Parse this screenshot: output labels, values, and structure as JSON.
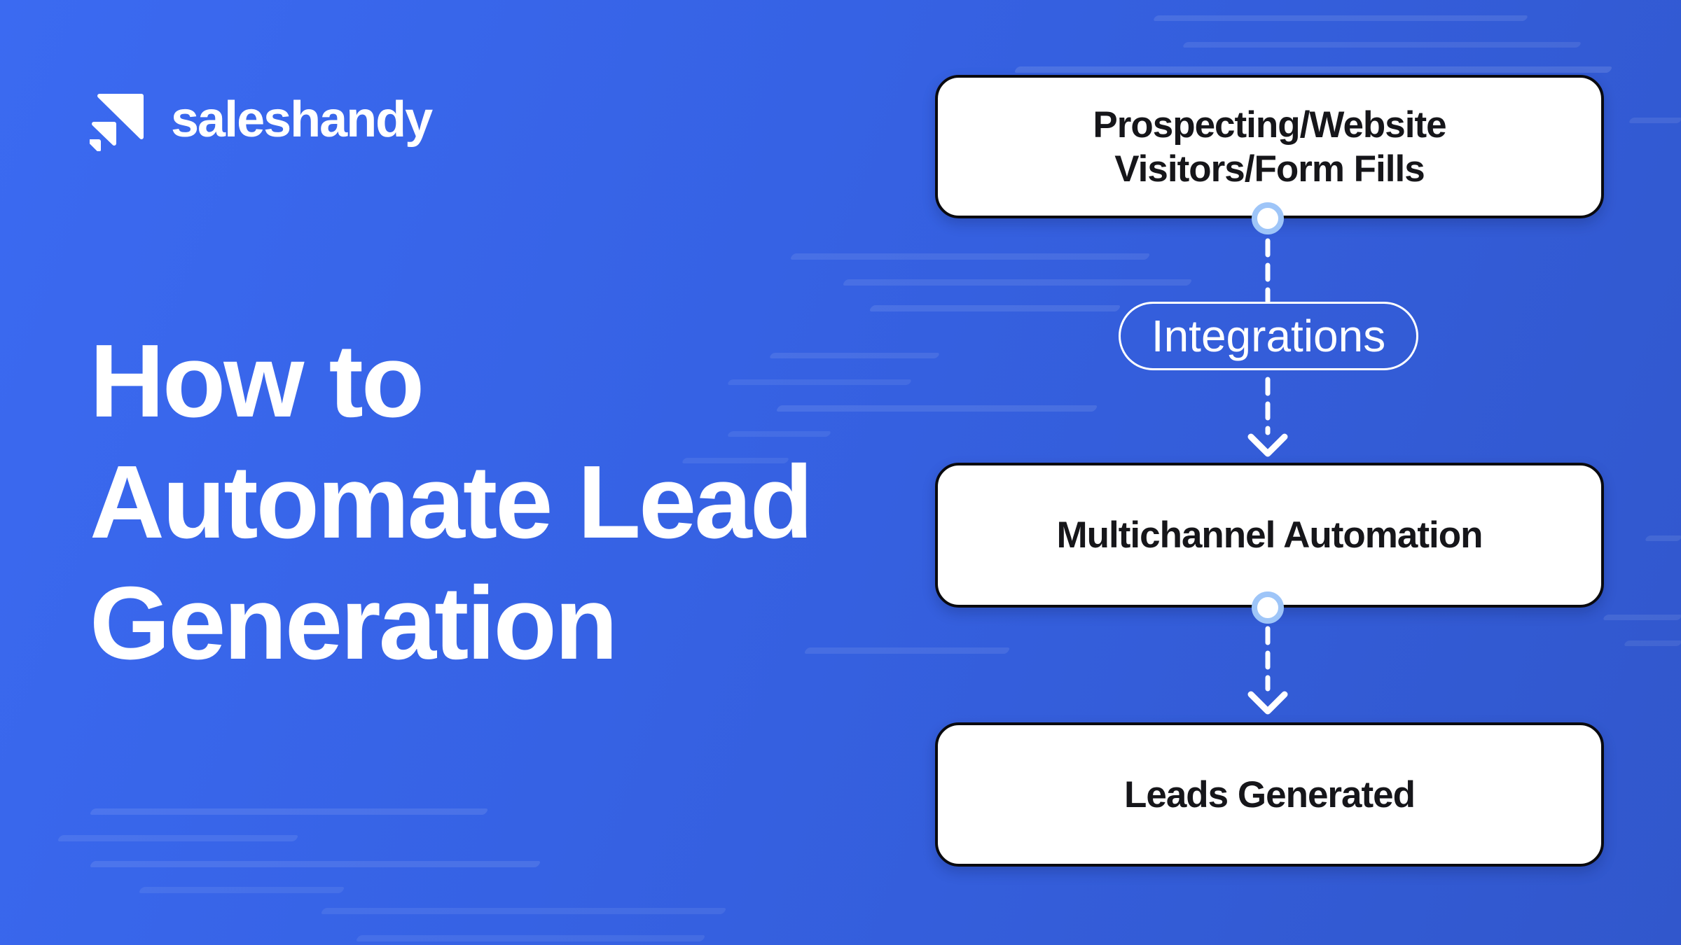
{
  "brand": {
    "name": "saleshandy",
    "icon": "saleshandy-arrow-icon"
  },
  "title": {
    "lines": [
      "How to",
      "Automate Lead",
      "Generation"
    ]
  },
  "flowchart": {
    "node_prospecting": {
      "lines": [
        "Prospecting/Website",
        "Visitors/Form Fills"
      ]
    },
    "connector_label": "Integrations",
    "node_automation": {
      "label": "Multichannel Automation"
    },
    "node_leads": {
      "label": "Leads Generated"
    }
  },
  "colors": {
    "background_top_left": "#3B6AF1",
    "background_bottom_right": "#3157CC",
    "node_background": "#FFFFFF",
    "node_border": "#0A0A0F",
    "node_text": "#16161A",
    "connector_dot_ring": "#9EC5F8",
    "connector_dash": "#FFFFFF",
    "text_on_blue": "#FFFFFF"
  }
}
